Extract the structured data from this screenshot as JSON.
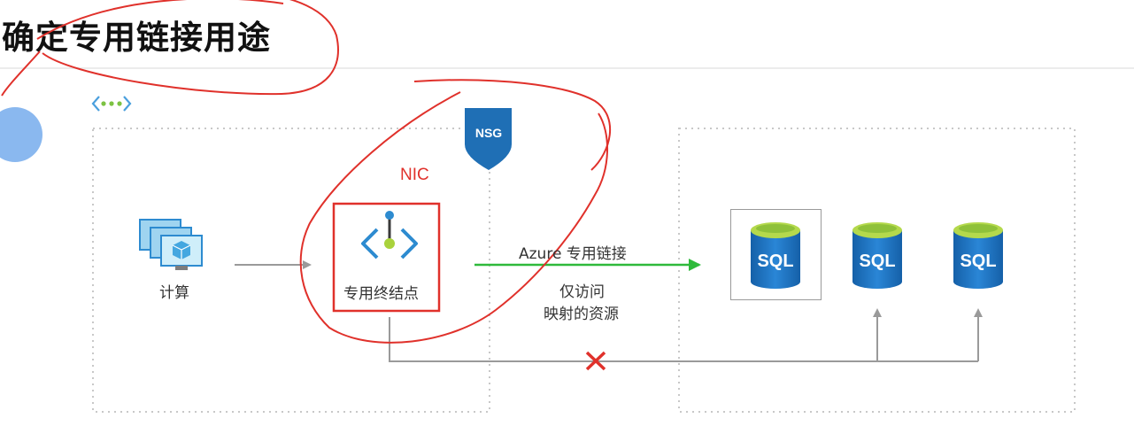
{
  "page": {
    "title": "确定专用链接用途"
  },
  "diagram": {
    "nsg_label": "NSG",
    "nic_label": "NIC",
    "compute_label": "计算",
    "endpoint_label": "专用终结点",
    "link_label": "Azure 专用链接",
    "access_line1": "仅访问",
    "access_line2": "映射的资源",
    "sql_labels": [
      "SQL",
      "SQL",
      "SQL"
    ],
    "colors": {
      "accent_blue": "#1f6fb5",
      "green_arrow": "#2fba3b",
      "annotation_red": "#e0312b",
      "pointer_blue": "#8ab8ef"
    }
  }
}
